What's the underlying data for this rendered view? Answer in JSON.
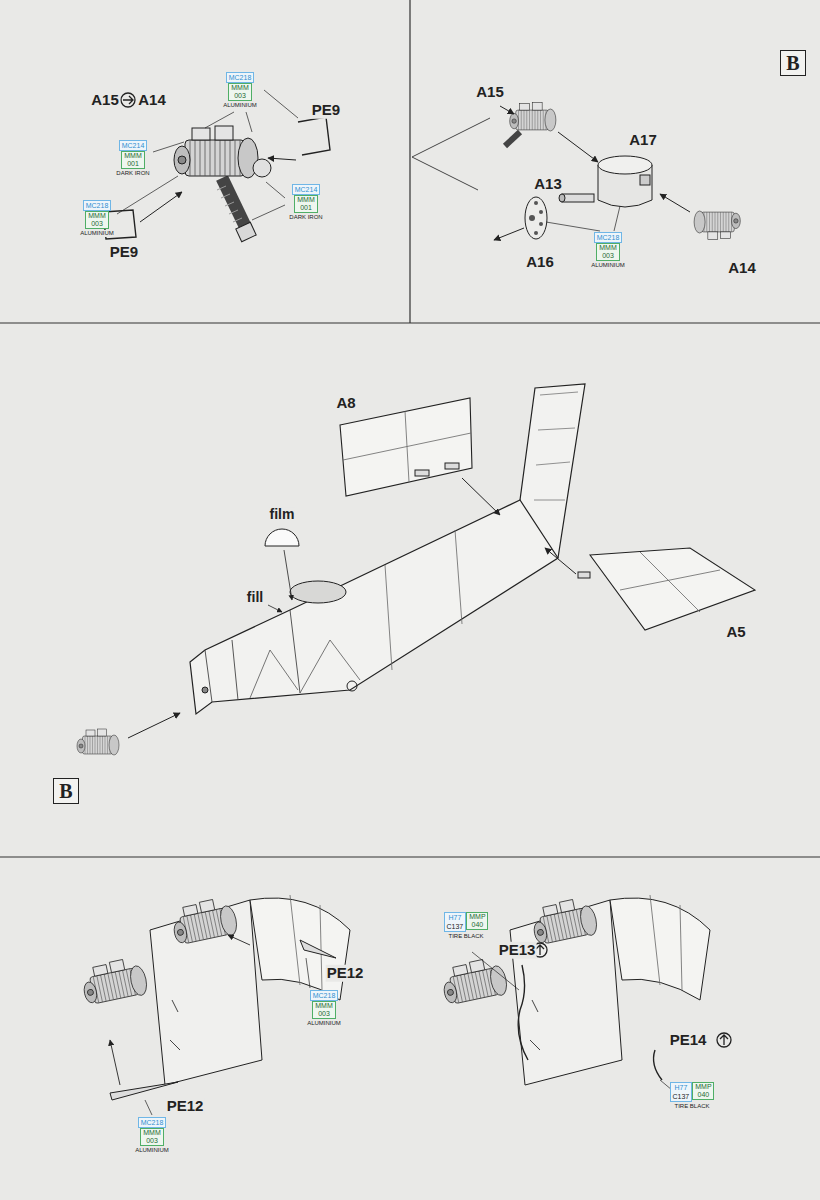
{
  "diagram": {
    "nodes": [
      {
        "text": [
          "B"
        ]
      },
      {
        "text": [
          "MC218",
          "MMM 003",
          "ALUMINIUM"
        ]
      },
      {
        "text": [
          "MC214",
          "MMM 001",
          "DARK IRON"
        ]
      },
      {
        "text": [
          "MC214",
          "MMM 001",
          "DARK IRON"
        ]
      },
      {
        "text": [
          "MC218",
          "MMM 003",
          "ALUMINIUM"
        ]
      },
      {
        "text": [
          "MC218",
          "MMM 003",
          "ALUMINIUM"
        ]
      },
      {
        "text": [
          "B"
        ]
      },
      {
        "text": [
          "H77",
          "C137",
          "MMP 040",
          "TIRE BLACK"
        ]
      },
      {
        "text": [
          "MC218",
          "MMM 003",
          "ALUMINIUM"
        ]
      },
      {
        "text": [
          "H77",
          "C137",
          "MMP 040",
          "TIRE BLACK"
        ]
      },
      {
        "text": [
          "MC218",
          "MMM 003",
          "ALUMINIUM"
        ]
      }
    ],
    "labels": [
      "A15",
      "A14",
      "PE9",
      "PE9",
      "A15",
      "A17",
      "A13",
      "A16",
      "A14",
      "A8",
      "film",
      "fill",
      "A5",
      "PE12",
      "PE12",
      "PE13",
      "PE14"
    ]
  }
}
